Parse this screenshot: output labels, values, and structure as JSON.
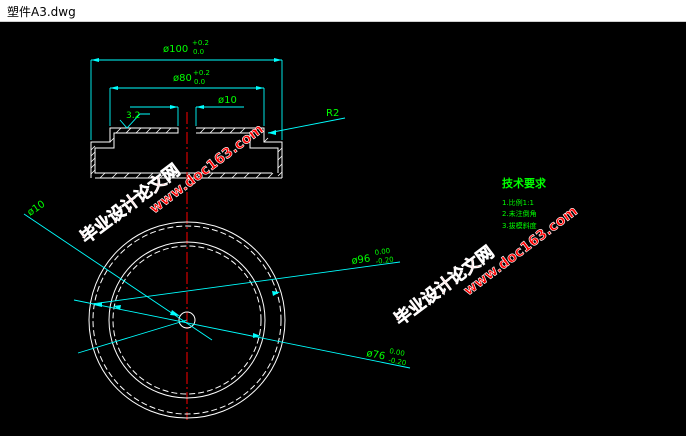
{
  "window": {
    "title": "塑件A3.dwg"
  },
  "drawing": {
    "colors": {
      "background": "#000000",
      "geometry": "#ffffff",
      "dimension": "#00ffff",
      "dim_text": "#00ff00",
      "centerline": "#ff0000",
      "notes_text": "#00ff00",
      "watermark": "#ff0000"
    },
    "dims": {
      "d100": "ø100",
      "d100_upper": "+0.2",
      "d100_lower": "0.0",
      "d80": "ø80",
      "d80_upper": "+0.2",
      "d80_lower": "0.0",
      "d10_top": "ø10",
      "roughness": "3.2",
      "r2": "R2",
      "d10_left": "ø10",
      "d96": "ø96",
      "d96_upper": "0.00",
      "d96_lower": "-0.20",
      "d76": "ø76",
      "d76_upper": "0.00",
      "d76_lower": "-0.20"
    },
    "notes": {
      "title": "技术要求",
      "items": [
        "1.比例1:1",
        "2.未注倒角",
        "3.拔模斜度"
      ]
    },
    "watermarks": {
      "line1": "毕业设计论文网",
      "line2": "www.doc163.com"
    }
  }
}
